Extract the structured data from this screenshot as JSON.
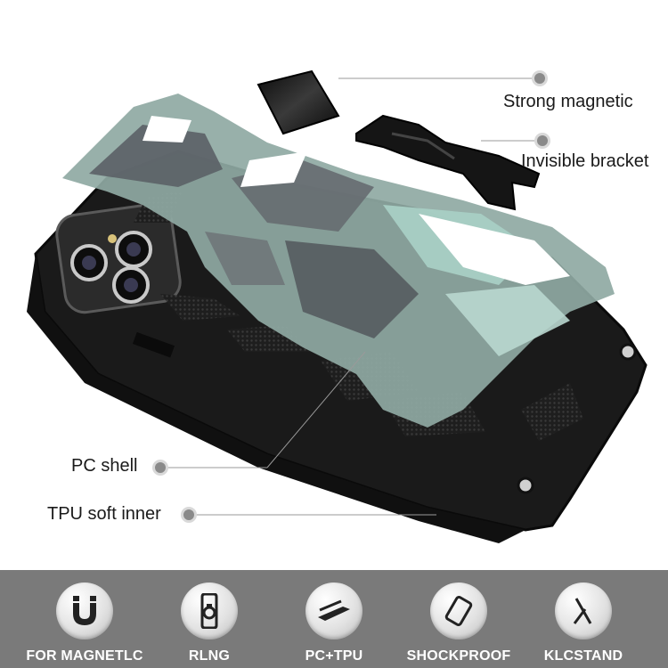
{
  "callouts": {
    "strong_magnetic": "Strong magnetic",
    "invisible_bracket": "Invisible bracket",
    "pc_shell": "PC shell",
    "tpu_soft_inner": "TPU soft inner"
  },
  "features": [
    {
      "label": "FOR MAGNETLC",
      "icon": "magnet-u-icon"
    },
    {
      "label": "RLNG",
      "icon": "ring-icon"
    },
    {
      "label": "PC+TPU",
      "icon": "layers-icon"
    },
    {
      "label": "SHOCKPROOF",
      "icon": "phone-tilt-icon"
    },
    {
      "label": "KLCSTAND",
      "icon": "kickstand-icon"
    }
  ],
  "colors": {
    "case_black": "#1c1c1c",
    "camo_mint": "#a8cfc4",
    "camo_gray": "#5b6166",
    "feature_band": "#7a7a7a"
  }
}
